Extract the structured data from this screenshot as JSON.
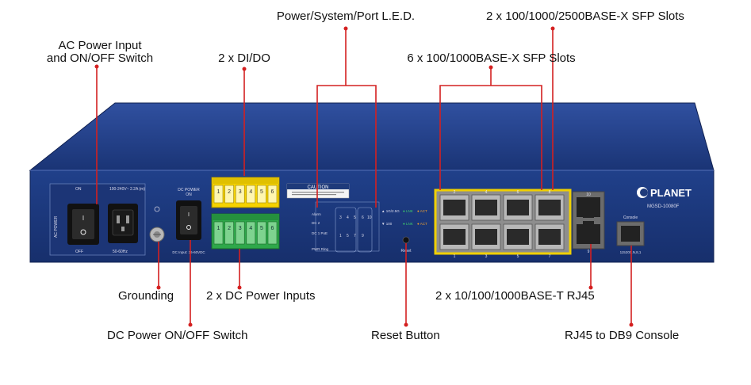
{
  "callouts": {
    "ac_power": [
      "AC Power Input",
      "and ON/OFF Switch"
    ],
    "dido": "2 x DI/DO",
    "leds": "Power/System/Port L.E.D.",
    "sfp_1g": "6 x 100/1000BASE-X SFP Slots",
    "sfp_25g": "2 x 100/1000/2500BASE-X SFP Slots",
    "grounding": "Grounding",
    "dc_inputs": "2 x DC Power Inputs",
    "rj45": "2 x 10/100/1000BASE-T RJ45",
    "dc_switch": "DC Power ON/OFF Switch",
    "reset": "Reset Button",
    "console": "RJ45 to DB9 Console"
  },
  "panel": {
    "brand": "PLANET",
    "model": "MGSD-10080F",
    "ac_on": "ON",
    "ac_off": "OFF",
    "ac_rating": "100-240V~ 2.2A (m)",
    "ac_freq": "50-60Hz",
    "ac_side": "AC POWER",
    "dc_switch_label": "DC POWER\nON",
    "dc_rating": "DC Input: 36-60VDC",
    "caution": "CAUTION",
    "led_labels": [
      "Alarm",
      "DC 2",
      "DC 1 PoE",
      "PWR Ring"
    ],
    "led_speed_1": "▲ 1G/2.5G",
    "led_speed_2": "▼ 100",
    "led_lnk": "● LNK",
    "led_act": "● ACT",
    "reset_label": "Reset",
    "sfp_top_nums": [
      "2",
      "4",
      "6",
      "8"
    ],
    "sfp_bottom_nums": [
      "1",
      "3",
      "5",
      "7"
    ],
    "rj45_top_num": "10",
    "rj45_bottom_num": "9",
    "console_label": "Console",
    "console_baud": "115200,N,8,1",
    "terminal_pins": [
      "1",
      "2",
      "3",
      "4",
      "5",
      "6"
    ]
  },
  "colors": {
    "panel_blue": "#1e3a7a",
    "callout_red": "#d42020",
    "dido_yellow": "#f5d200",
    "dc_green": "#2ea84a",
    "sfp_highlight": "#f0d000"
  }
}
